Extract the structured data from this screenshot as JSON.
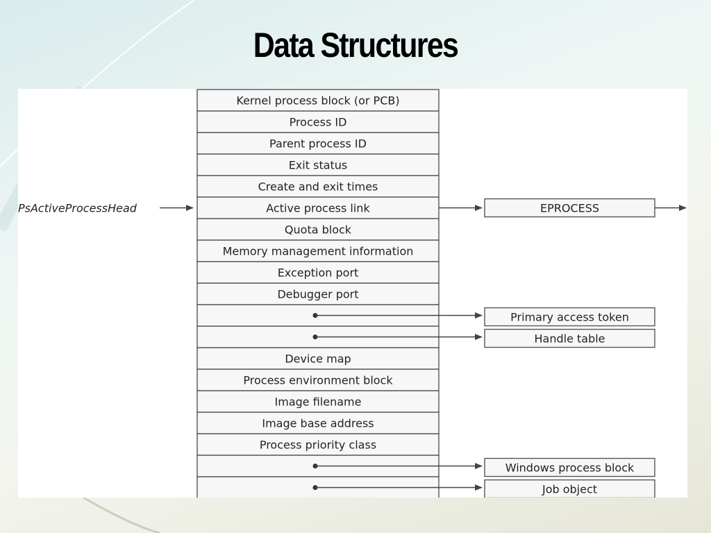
{
  "title": "Data Structures",
  "colors": {
    "line": "#555555",
    "text": "#222222",
    "panel": "#ffffff"
  },
  "diagram": {
    "head_label": "PsActiveProcessHead",
    "fields": [
      {
        "label": "Kernel process block (or PCB)"
      },
      {
        "label": "Process ID"
      },
      {
        "label": "Parent process ID"
      },
      {
        "label": "Exit status"
      },
      {
        "label": "Create and exit times"
      },
      {
        "label": "Active process link",
        "head_in": true,
        "target": "EPROCESS",
        "target_arrow": true
      },
      {
        "label": "Quota block"
      },
      {
        "label": "Memory management information"
      },
      {
        "label": "Exception port"
      },
      {
        "label": "Debugger port"
      },
      {
        "label": "",
        "pointer": true,
        "target": "Primary access token"
      },
      {
        "label": "",
        "pointer": true,
        "target": "Handle table"
      },
      {
        "label": "Device map"
      },
      {
        "label": "Process environment block"
      },
      {
        "label": "Image filename"
      },
      {
        "label": "Image base address"
      },
      {
        "label": "Process priority class"
      },
      {
        "label": "",
        "pointer": true,
        "target": "Windows process block"
      },
      {
        "label": "",
        "pointer": true,
        "target": "Job object"
      }
    ]
  }
}
